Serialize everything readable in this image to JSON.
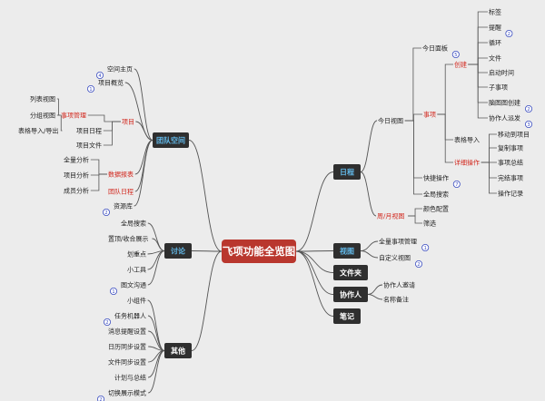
{
  "central": "飞项功能全览图",
  "colors": {
    "central_fill": "#b9372e",
    "branch_fill": "#2f2f2f",
    "branch_text": "#ffffff",
    "branch_text_accent": "#62b8e8",
    "line": "#555555",
    "red_text": "#d2281e",
    "badge": "#3a4cc0",
    "leaf_text": "#222222"
  },
  "branches": [
    {
      "id": "team",
      "label": "团队空间",
      "accent": true
    },
    {
      "id": "discuss",
      "label": "讨论",
      "accent": true
    },
    {
      "id": "other",
      "label": "其他",
      "accent": false
    },
    {
      "id": "schedule",
      "label": "日程",
      "accent": true
    },
    {
      "id": "view",
      "label": "视图",
      "accent": true
    },
    {
      "id": "folder",
      "label": "文件夹",
      "accent": false
    },
    {
      "id": "collab",
      "label": "协作人",
      "accent": false
    },
    {
      "id": "notes",
      "label": "笔记",
      "accent": false
    }
  ],
  "nodes": [
    {
      "id": "space_home",
      "label": "空间主页",
      "red": false,
      "badge": "4"
    },
    {
      "id": "proj_overview",
      "label": "项目概览",
      "red": false,
      "badge": "1"
    },
    {
      "id": "project",
      "label": "项目",
      "red": true,
      "badge": ""
    },
    {
      "id": "task_mgmt",
      "label": "事项管理",
      "red": true,
      "badge": ""
    },
    {
      "id": "list_view",
      "label": "列表视图",
      "red": false,
      "badge": ""
    },
    {
      "id": "group_view",
      "label": "分组视图",
      "red": false,
      "badge": ""
    },
    {
      "id": "table_io",
      "label": "表格导入/导出",
      "red": false,
      "badge": ""
    },
    {
      "id": "proj_schedule",
      "label": "项目日程",
      "red": false,
      "badge": ""
    },
    {
      "id": "proj_files",
      "label": "项目文件",
      "red": false,
      "badge": ""
    },
    {
      "id": "data_report",
      "label": "数据报表",
      "red": true,
      "badge": ""
    },
    {
      "id": "global_analysis",
      "label": "全量分析",
      "red": false,
      "badge": ""
    },
    {
      "id": "project_analysis",
      "label": "项目分析",
      "red": false,
      "badge": ""
    },
    {
      "id": "member_analysis",
      "label": "成员分析",
      "red": false,
      "badge": ""
    },
    {
      "id": "team_schedule",
      "label": "团队日程",
      "red": true,
      "badge": ""
    },
    {
      "id": "resource_lib",
      "label": "资源库",
      "red": false,
      "badge": "2"
    },
    {
      "id": "d_search",
      "label": "全局搜索",
      "red": false,
      "badge": ""
    },
    {
      "id": "d_pin",
      "label": "置顶/收合展示",
      "red": false,
      "badge": ""
    },
    {
      "id": "d_keypoint",
      "label": "划重点",
      "red": false,
      "badge": ""
    },
    {
      "id": "d_tools",
      "label": "小工具",
      "red": false,
      "badge": ""
    },
    {
      "id": "d_imgtext",
      "label": "图文沟通",
      "red": false,
      "badge": "1"
    },
    {
      "id": "o_widget",
      "label": "小组件",
      "red": false,
      "badge": ""
    },
    {
      "id": "o_bot",
      "label": "任务机器人",
      "red": false,
      "badge": "2"
    },
    {
      "id": "o_remind",
      "label": "消息提醒设置",
      "red": false,
      "badge": ""
    },
    {
      "id": "o_calsync",
      "label": "日历同步设置",
      "red": false,
      "badge": ""
    },
    {
      "id": "o_filesync",
      "label": "文件同步设置",
      "red": false,
      "badge": ""
    },
    {
      "id": "o_plan",
      "label": "计划与总结",
      "red": false,
      "badge": ""
    },
    {
      "id": "o_switch",
      "label": "切换展示模式",
      "red": false,
      "badge": "2"
    },
    {
      "id": "today_view",
      "label": "今日视图",
      "red": false,
      "badge": ""
    },
    {
      "id": "today_panel",
      "label": "今日面板",
      "red": false,
      "badge": "5"
    },
    {
      "id": "task",
      "label": "事项",
      "red": true,
      "badge": ""
    },
    {
      "id": "create",
      "label": "创建",
      "red": true,
      "badge": ""
    },
    {
      "id": "c_tag",
      "label": "标签",
      "red": false,
      "badge": ""
    },
    {
      "id": "c_remind",
      "label": "提醒",
      "red": false,
      "badge": "2"
    },
    {
      "id": "c_loop",
      "label": "循环",
      "red": false,
      "badge": ""
    },
    {
      "id": "c_file",
      "label": "文件",
      "red": false,
      "badge": ""
    },
    {
      "id": "c_start",
      "label": "启动时间",
      "red": false,
      "badge": ""
    },
    {
      "id": "c_sub",
      "label": "子事项",
      "red": false,
      "badge": ""
    },
    {
      "id": "c_mind",
      "label": "脑图图创建",
      "red": false,
      "badge": "2"
    },
    {
      "id": "c_assign",
      "label": "协作人派发",
      "red": false,
      "badge": "3"
    },
    {
      "id": "table_import",
      "label": "表格导入",
      "red": false,
      "badge": ""
    },
    {
      "id": "detail_ops",
      "label": "详细操作",
      "red": true,
      "badge": ""
    },
    {
      "id": "move_proj",
      "label": "移动到项目",
      "red": false,
      "badge": ""
    },
    {
      "id": "copy_task",
      "label": "复制事项",
      "red": false,
      "badge": ""
    },
    {
      "id": "task_summary",
      "label": "事项总结",
      "red": false,
      "badge": ""
    },
    {
      "id": "complete_task",
      "label": "完结事项",
      "red": false,
      "badge": ""
    },
    {
      "id": "op_log",
      "label": "操作记录",
      "red": false,
      "badge": ""
    },
    {
      "id": "quick_op",
      "label": "快捷操作",
      "red": false,
      "badge": "7"
    },
    {
      "id": "global_search",
      "label": "全局搜索",
      "red": false,
      "badge": ""
    },
    {
      "id": "week_month",
      "label": "周/月视图",
      "red": true,
      "badge": ""
    },
    {
      "id": "color_cfg",
      "label": "颜色配置",
      "red": false,
      "badge": ""
    },
    {
      "id": "filter",
      "label": "筛选",
      "red": false,
      "badge": ""
    },
    {
      "id": "all_task_mgmt",
      "label": "全量事项管理",
      "red": false,
      "badge": "1"
    },
    {
      "id": "custom_view",
      "label": "自定义视图",
      "red": false,
      "badge": "2"
    },
    {
      "id": "invite_collab",
      "label": "协作人邀请",
      "red": false,
      "badge": ""
    },
    {
      "id": "alias_note",
      "label": "名称备注",
      "red": false,
      "badge": ""
    }
  ]
}
